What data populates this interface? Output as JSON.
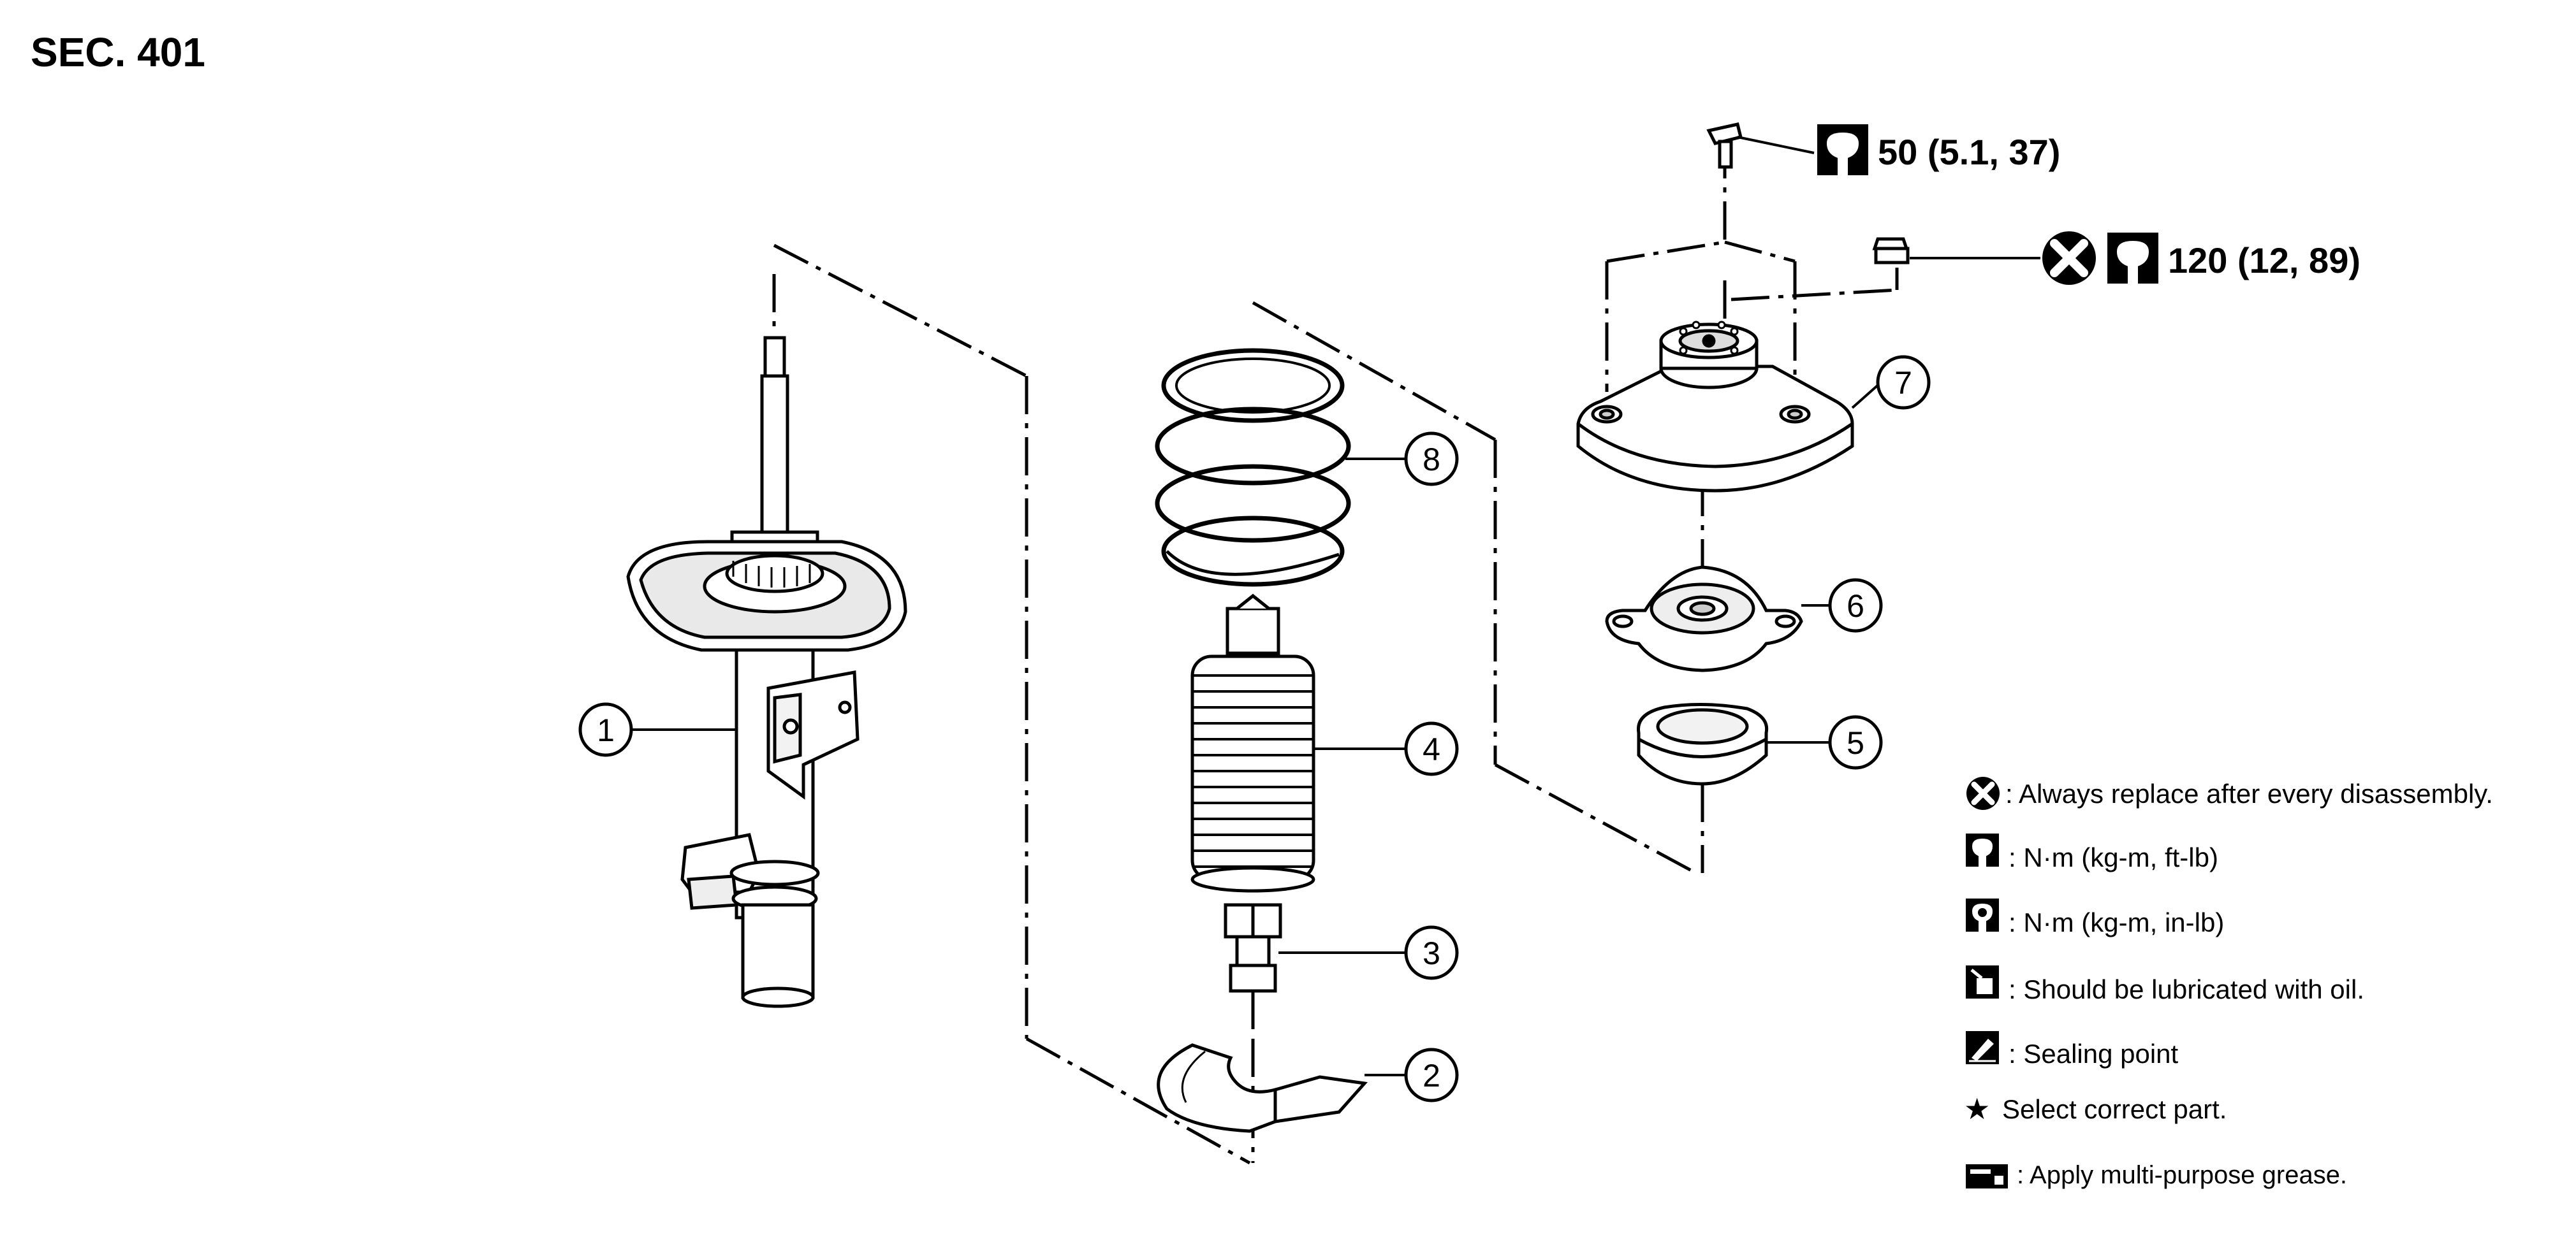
{
  "section_label": "SEC. 401",
  "callouts": [
    {
      "id": "1",
      "label": "1"
    },
    {
      "id": "2",
      "label": "2"
    },
    {
      "id": "3",
      "label": "3"
    },
    {
      "id": "4",
      "label": "4"
    },
    {
      "id": "5",
      "label": "5"
    },
    {
      "id": "6",
      "label": "6"
    },
    {
      "id": "7",
      "label": "7"
    },
    {
      "id": "8",
      "label": "8"
    }
  ],
  "torque_specs": {
    "top_bolt": "50 (5.1, 37)",
    "strut_nut": "120 (12, 89)"
  },
  "legend": {
    "replace": ": Always replace after every disassembly.",
    "nm_ftlb": ": N·m (kg-m, ft-lb)",
    "nm_inlb": ": N·m (kg-m, in-lb)",
    "oil": ": Should be lubricated with oil.",
    "sealing": ": Sealing point",
    "select_part": "Select correct part.",
    "grease": ": Apply multi-purpose grease."
  },
  "icons": {
    "replace": "replace-x-icon",
    "torque": "torque-wrench-icon",
    "torque_inlb": "torque-wrench-filled-icon",
    "oil": "oil-can-icon",
    "sealing": "sealing-point-icon",
    "star": "star-icon",
    "grease": "grease-gun-icon"
  }
}
